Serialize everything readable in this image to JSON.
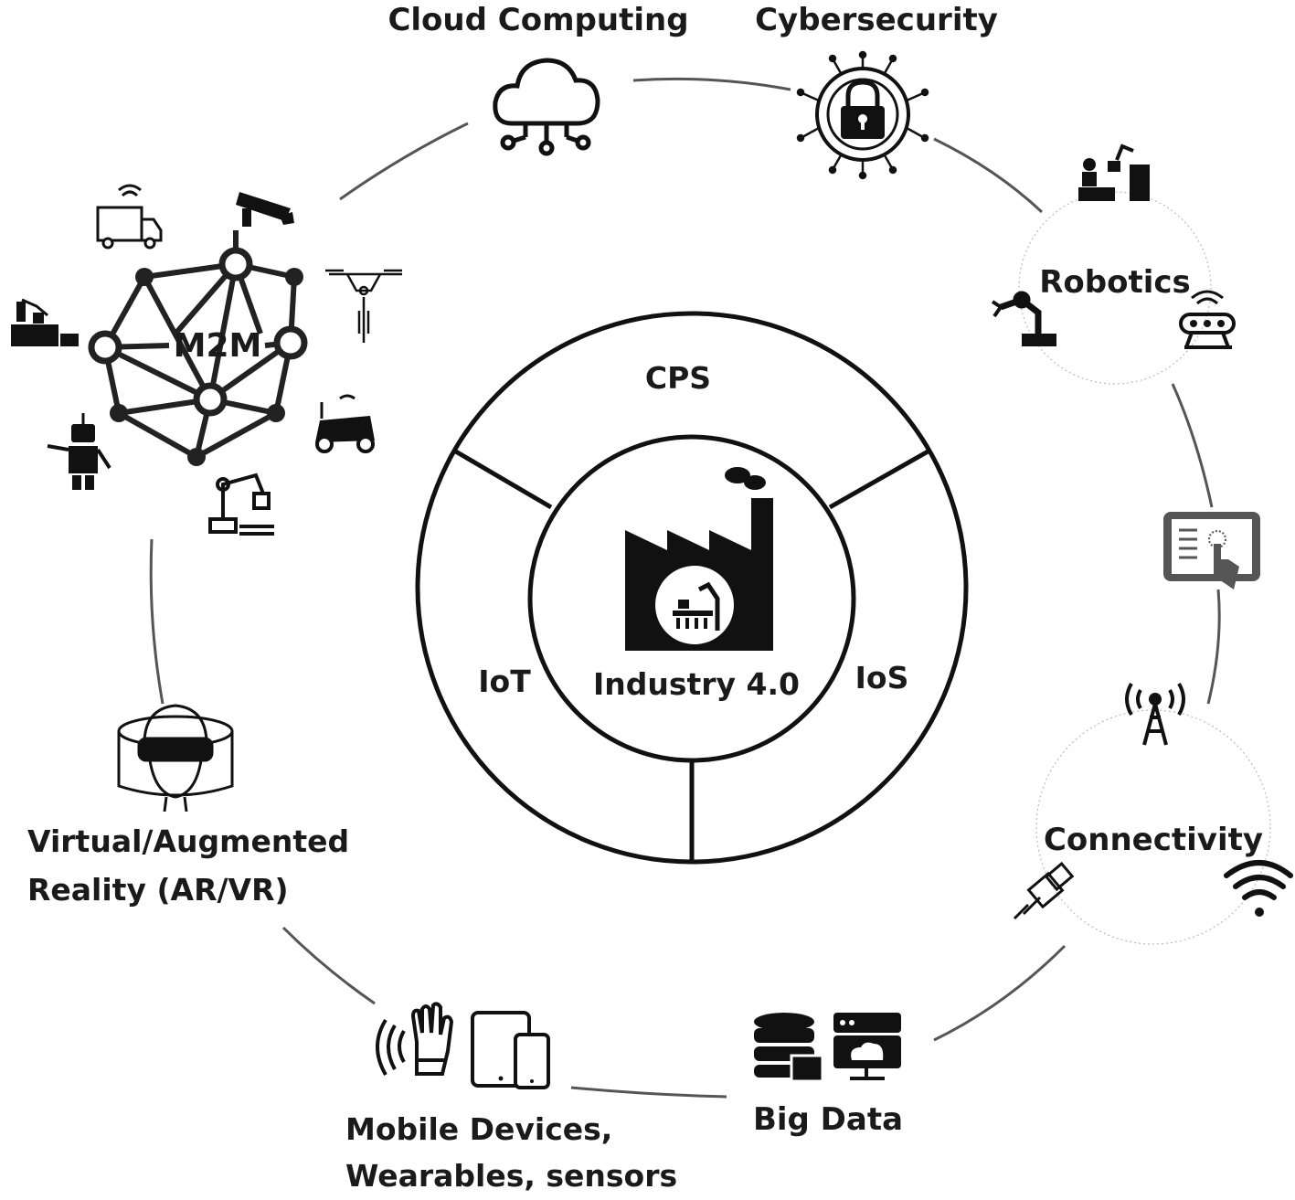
{
  "center": {
    "title": "Industry 4.0",
    "segments": {
      "top": "CPS",
      "left": "IoT",
      "right": "IoS"
    }
  },
  "technologies": {
    "cloud": "Cloud Computing",
    "cyber": "Cybersecurity",
    "robotics": "Robotics",
    "connectivity": "Connectivity",
    "bigdata": "Big Data",
    "mobile_line1": "Mobile Devices,",
    "mobile_line2": "Wearables, sensors",
    "arvr_line1": "Virtual/Augmented",
    "arvr_line2": "Reality (AR/VR)",
    "m2m": "M2M"
  },
  "icons": [
    "cloud-network-icon",
    "padlock-circuit-icon",
    "factory-worker-icon",
    "robot-arm-icon",
    "robot-vacuum-icon",
    "touchscreen-tablet-icon",
    "radio-tower-icon",
    "ethernet-plug-icon",
    "wifi-icon",
    "database-icon",
    "server-cloud-icon",
    "hand-gesture-icon",
    "tablet-phone-icon",
    "vr-headset-icon",
    "truck-icon",
    "cctv-camera-icon",
    "drone-icon",
    "conveyor-icon",
    "robot-icon",
    "industrial-arm-icon",
    "rover-icon"
  ]
}
